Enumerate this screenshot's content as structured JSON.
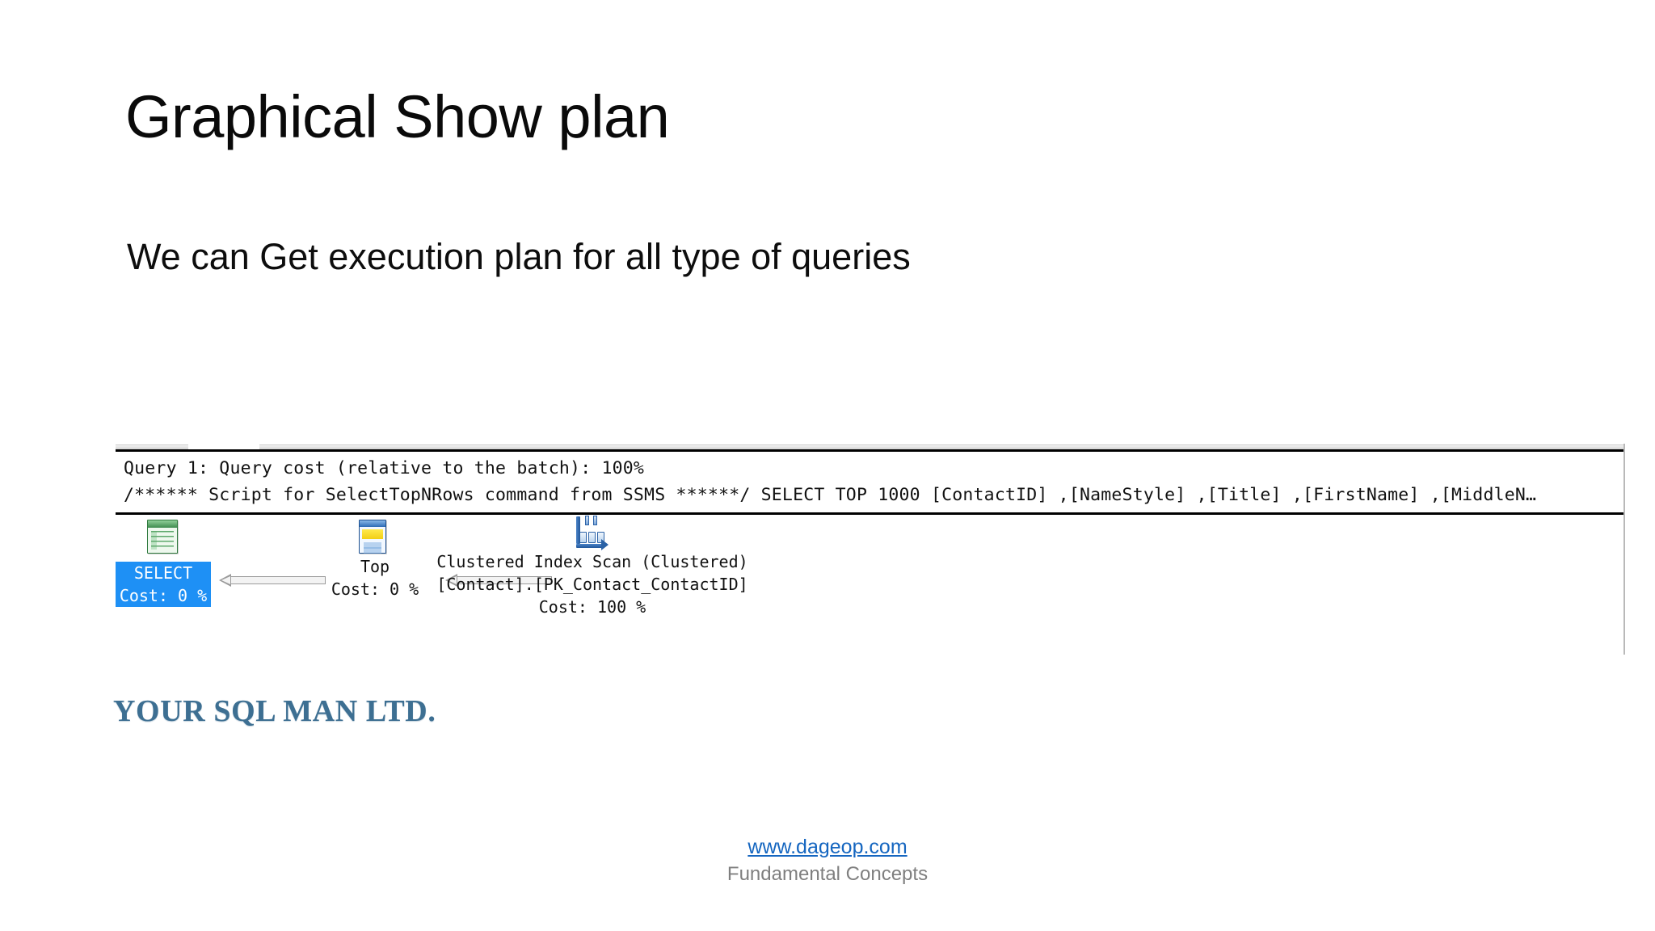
{
  "slide": {
    "title": "Graphical Show plan",
    "subtitle": "We can Get execution plan for all type of queries"
  },
  "execution_plan": {
    "header_line_1": "Query 1: Query cost (relative to the batch): 100%",
    "header_line_2": "/****** Script for SelectTopNRows command from SSMS ******/ SELECT TOP 1000 [ContactID] ,[NameStyle] ,[Title] ,[FirstName] ,[MiddleN…",
    "nodes": [
      {
        "id": "select",
        "icon": "results-grid-icon",
        "label": "SELECT",
        "cost": "Cost: 0 %",
        "selected": true
      },
      {
        "id": "top",
        "icon": "top-operator-icon",
        "label": "Top",
        "cost": "Cost: 0 %",
        "selected": false
      },
      {
        "id": "clustered-index-scan",
        "icon": "clustered-index-scan-icon",
        "label": "Clustered Index Scan (Clustered)",
        "object": "[Contact].[PK_Contact_ContactID]",
        "cost": "Cost: 100 %",
        "selected": false
      }
    ],
    "arrows": [
      {
        "from": "top",
        "to": "select"
      },
      {
        "from": "clustered-index-scan",
        "to": "top"
      }
    ],
    "colors": {
      "selection_blue": "#1e90f5",
      "select_icon_green": "#3f8b4f",
      "top_icon_yellow": "#f2cf15",
      "scan_icon_blue": "#2d63a8",
      "arrow_gray": "#9a9a9a"
    }
  },
  "logo": {
    "text": "YOUR SQL MAN LTD.",
    "color": "#3d6f92"
  },
  "footer": {
    "link": "www.dageop.com",
    "link_color": "#1566c0",
    "subtitle": "Fundamental Concepts"
  }
}
